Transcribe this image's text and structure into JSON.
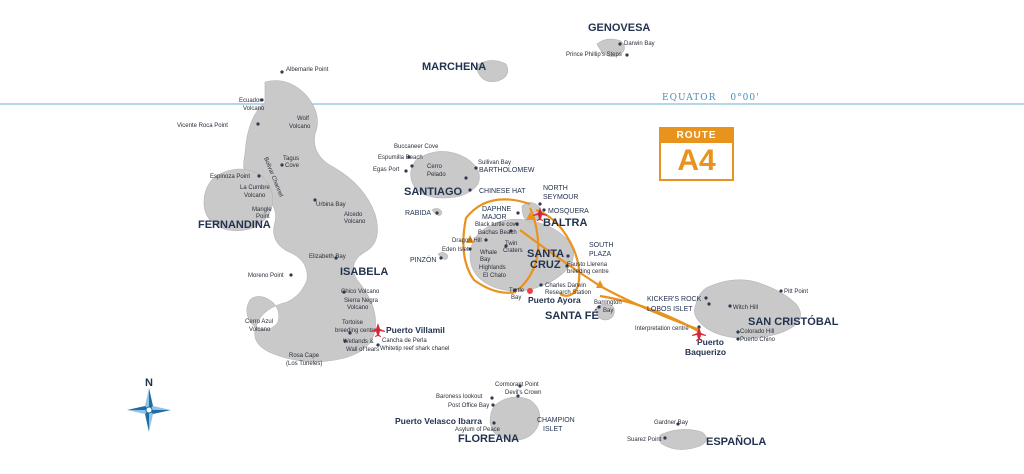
{
  "equator": {
    "label": "EQUATOR",
    "value": "0°00'"
  },
  "route": {
    "header": "ROUTE",
    "code": "A4",
    "color": "#e8931e"
  },
  "compass": {
    "north": "N"
  },
  "islands": {
    "genovesa": "GENOVESA",
    "marchena": "MARCHENA",
    "santiago": "SANTIAGO",
    "fernandina": "FERNANDINA",
    "isabela": "ISABELA",
    "santa_cruz": "SANTA CRUZ",
    "baltra": "BALTRA",
    "santa_fe": "SANTA FÉ",
    "san_cristobal": "SAN CRISTÓBAL",
    "floreana": "FLOREANA",
    "espanola": "ESPAÑOLA",
    "rabida": "RABIDA",
    "pinzon": "PINZÓN",
    "bartholomew": "BARTHOLOMEW",
    "chinese_hat": "CHINESE HAT",
    "north_seymour": "NORTH SEYMOUR",
    "mosquera": "MOSQUERA",
    "daphne_major": "DAPHNE MAJOR",
    "south_plaza": "SOUTH PLAZA",
    "kickers_rock": "KICKER'S ROCK",
    "lobos_islet": "LOBOS ISLET",
    "champion_islet": "CHAMPION ISLET"
  },
  "ports": {
    "puerto_ayora": "Puerto Ayora",
    "puerto_villamil": "Puerto Villamil",
    "puerto_baquerizo": "Puerto Baquerizo",
    "puerto_velasco": "Puerto Velasco Ibarra"
  },
  "sites": {
    "darwin_bay": "Darwin Bay",
    "prince_phillip": "Prince Phillip's Steps",
    "albemarle_point": "Albemarle Point",
    "ecuador_volcano": "Ecuador Volcano",
    "wolf_volcano": "Wolf Volcano",
    "vicente_roca": "Vicente Roca Point",
    "bolivar_channel": "Bolivar Channel",
    "tagus_cove": "Tagus Cove",
    "espinoza_point": "Espinoza Point",
    "la_cumbre": "La Cumbre Volcano",
    "mangle_point": "Mangle Point",
    "urbina_bay": "Urbina Bay",
    "alcedo_volcano": "Alcedo Volcano",
    "elizabeth_bay": "Elizabeth Bay",
    "moreno_point": "Moreno Point",
    "chico_volcano": "Chico Volcano",
    "sierra_negra": "Sierra Negra Volcano",
    "cerro_azul": "Cerro Azul Volcano",
    "tortoise_centre": "Tortoise breeding centre",
    "wetlands": "Wetlands & Wall of tears",
    "rosa_cape": "Rosa Cape (Los Tuneles)",
    "cancha": "Cancha de Perla",
    "whitetip": "Whitetip reef shark chanel",
    "buccaneer_cove": "Buccaneer Cove",
    "espumilla": "Espumilla Beach",
    "egas_port": "Egas Port",
    "cerro_pelado": "Cerro Pelado",
    "sullivan_bay": "Sullivan Bay",
    "black_turtle": "Black turtle cove",
    "bachas": "Bachas Beach",
    "dragon_hill": "Dragon Hill",
    "eden_islet": "Eden Islet",
    "whale_bay": "Whale Bay",
    "twin_craters": "Twin Craters",
    "highlands": "Highlands El Chato",
    "fausto": "Fausto Llerena breeding centre",
    "charles_darwin": "Charles Darwin Research Station",
    "turtle_bay": "Turtle Bay",
    "barrington_bay": "Barrington Bay",
    "witch_hill": "Witch Hill",
    "pitt_point": "Pitt Point",
    "interpretation": "Interpretation centre",
    "colorado_hill": "Colorado Hill",
    "puerto_chino": "Puerto Chino",
    "cormorant_point": "Cormorant Point",
    "devils_crown": "Devil's Crown",
    "baroness": "Baroness lookout",
    "post_office": "Post Office Bay",
    "asylum": "Asylum of Peace",
    "gardner_bay": "Gardner Bay",
    "suarez_point": "Suarez Point"
  }
}
